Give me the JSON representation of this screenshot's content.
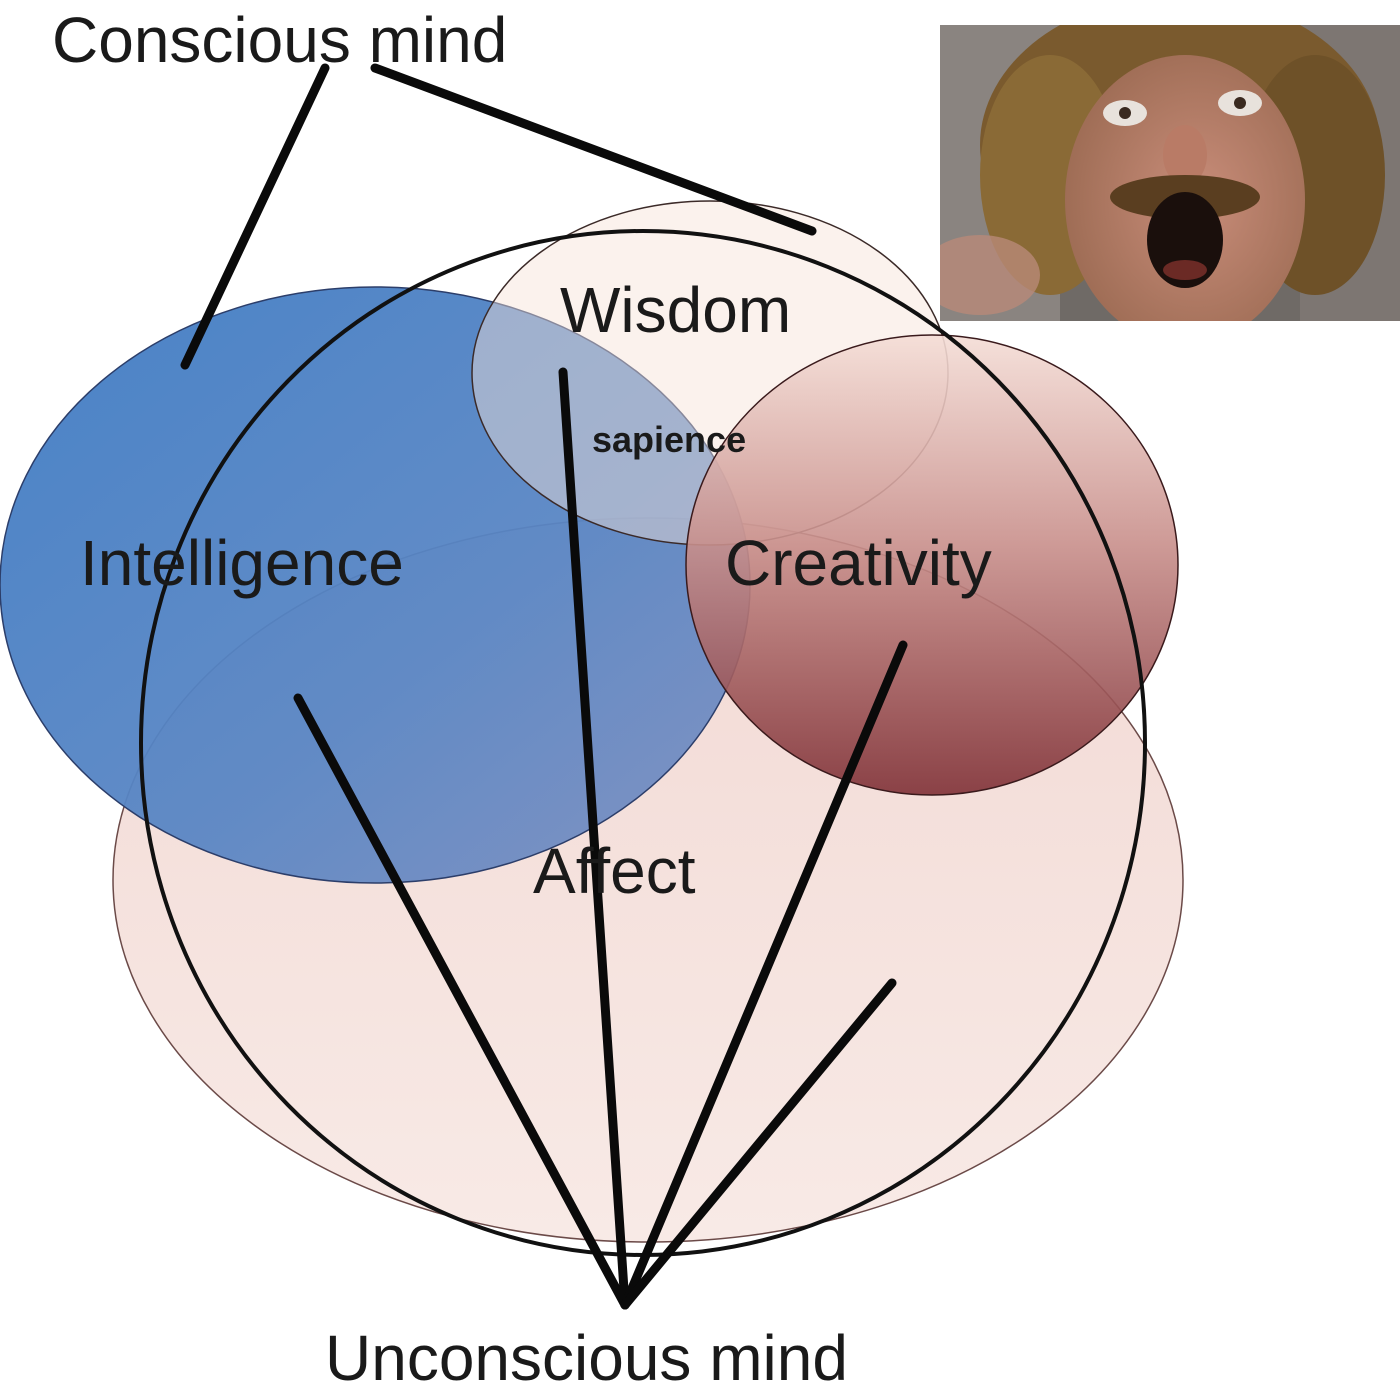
{
  "diagram": {
    "conscious_label": "Conscious mind",
    "unconscious_label": "Unconscious mind",
    "sets": {
      "wisdom": "Wisdom",
      "intelligence": "Intelligence",
      "creativity": "Creativity",
      "affect": "Affect",
      "sapience": "sapience"
    },
    "colors": {
      "intelligence": "#4a7cc0",
      "creativity": "#8a3a3f",
      "affect": "#f3ddda",
      "wisdom": "#f6e3d7",
      "outline": "#111111"
    }
  },
  "photo": {
    "icon": "shocked-face-photo"
  }
}
